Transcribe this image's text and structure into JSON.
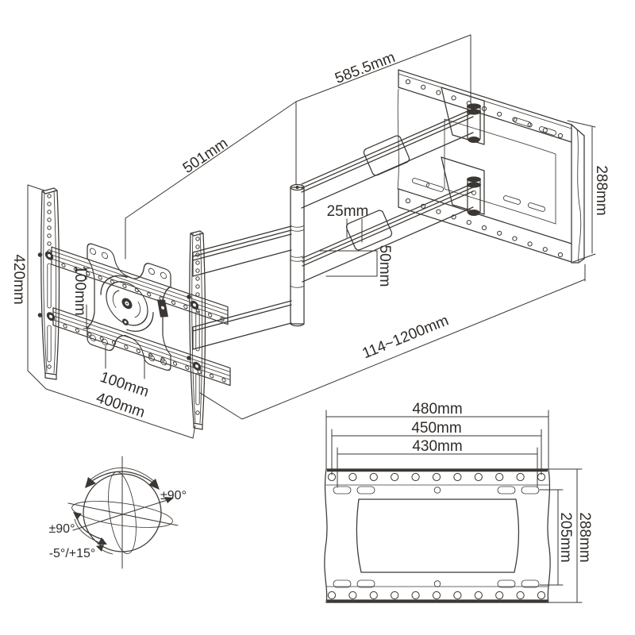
{
  "drawing": {
    "type": "tv-wall-mount-dimensional-drawing",
    "line_color": "#3b3733",
    "background": "#ffffff"
  },
  "isometric_view": {
    "dim_wall_span": "585.5mm",
    "dim_arm_span": "501mm",
    "dim_arm_thickness": "25mm",
    "dim_arm_height": "50mm",
    "dim_plate_height": "288mm",
    "dim_bracket_height": "420mm",
    "dim_vesa_vertical": "100mm",
    "dim_vesa_horizontal": "100mm",
    "dim_bracket_width": "400mm",
    "dim_extension_range": "114~1200mm"
  },
  "rotation_diagram": {
    "swivel_label": "±90°",
    "rotate_label": "±90°",
    "tilt_label": "-5°/+15°"
  },
  "front_view": {
    "dim_outer_width": "480mm",
    "dim_hole_span": "450mm",
    "dim_slot_span": "430mm",
    "dim_slot_height": "205mm",
    "dim_plate_height": "288mm"
  }
}
